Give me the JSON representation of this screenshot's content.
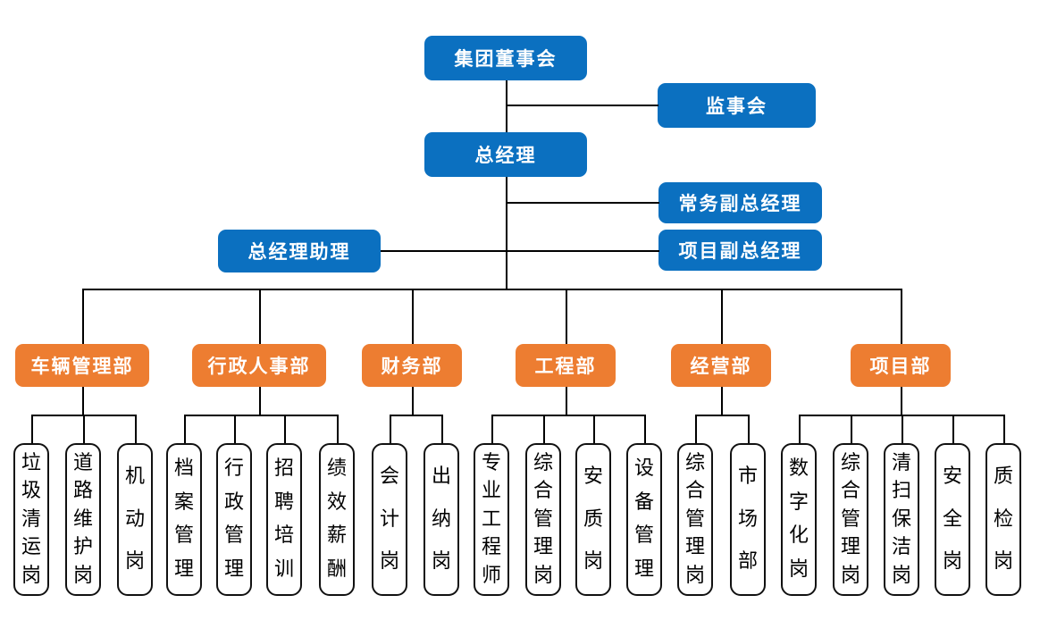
{
  "org": {
    "board": "集团董事会",
    "supervisory": "监事会",
    "general_manager": "总经理",
    "executive_deputy_gm": "常务副总经理",
    "gm_assistant": "总经理助理",
    "project_deputy_gm": "项目副总经理",
    "departments": [
      {
        "name": "车辆管理部",
        "posts": [
          "垃圾清运岗",
          "道路维护岗",
          "机动岗"
        ]
      },
      {
        "name": "行政人事部",
        "posts": [
          "档案管理",
          "行政管理",
          "招聘培训",
          "绩效薪酬"
        ]
      },
      {
        "name": "财务部",
        "posts": [
          "会计岗",
          "出纳岗"
        ]
      },
      {
        "name": "工程部",
        "posts": [
          "专业工程师",
          "综合管理岗",
          "安质岗",
          "设备管理"
        ]
      },
      {
        "name": "经营部",
        "posts": [
          "综合管理岗",
          "市场部"
        ]
      },
      {
        "name": "项目部",
        "posts": [
          "数字化岗",
          "综合管理岗",
          "清扫保洁岗",
          "安全岗",
          "质检岗"
        ]
      }
    ]
  },
  "colors": {
    "leadership_box": "#0b70c0",
    "department_box": "#ed7d31",
    "post_box_background": "#ffffff",
    "post_box_border": "#111111",
    "connector": "#000000",
    "box_text": "#ffffff",
    "post_text": "#000000"
  }
}
